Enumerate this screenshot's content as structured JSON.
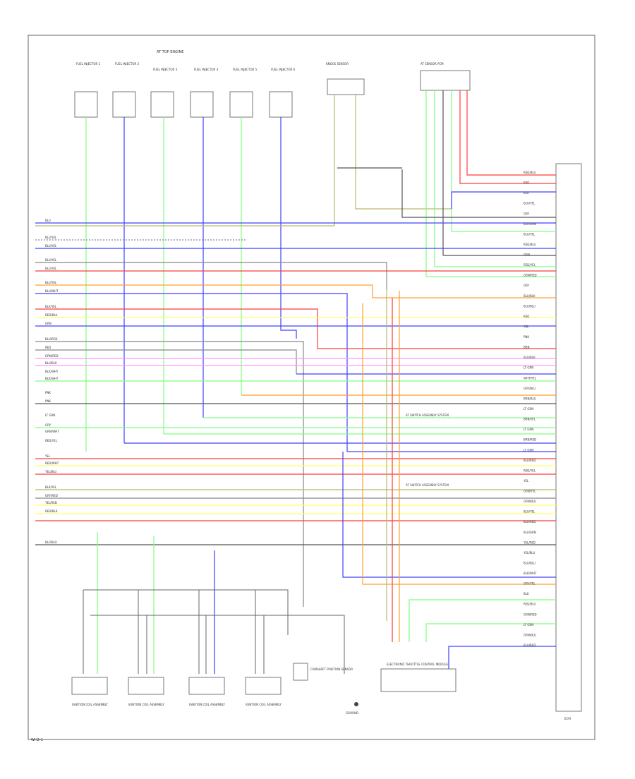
{
  "diagram": {
    "header_label": "AT TOP ENGINE",
    "page_footer": "WH2-1",
    "colors": {
      "red": "#ff3b3b",
      "blue": "#4040ff",
      "green": "#7dff7d",
      "yellow": "#ffff66",
      "orange": "#ff9f2e",
      "pink": "#ff99ff",
      "gray": "#888888",
      "olive": "#b8b86a",
      "brown": "#a0522d",
      "dark": "#555555"
    },
    "top_connectors": [
      {
        "label": "FUEL INJECTOR 1"
      },
      {
        "label": "FUEL INJECTOR 2"
      },
      {
        "label": "FUEL INJECTOR 3"
      },
      {
        "label": "FUEL INJECTOR 4"
      },
      {
        "label": "FUEL INJECTOR 5"
      },
      {
        "label": "FUEL INJECTOR 6"
      }
    ],
    "sensor_top_mid": {
      "label": "KNOCK SENSOR"
    },
    "sensor_top_right": {
      "label": "AT SENSOR PCM"
    },
    "left_wire_labels": [
      "BLU",
      "BLU/YEL",
      "BLU/YEL",
      "BLU/YEL",
      "BLU/YEL",
      "BLU/YEL",
      "BLU/WHT",
      "BLK/YEL",
      "RED/BLU",
      "GRN",
      "BLU/RED",
      "RED",
      "GRN/RED",
      "BLU/BLK",
      "BLK/WHT",
      "BLK/WHT",
      "PNK",
      "PNK",
      "LT GRN",
      "GRY",
      "GRN/WHT",
      "RED/YEL",
      "YEL",
      "RED/WHT",
      "YEL/BLU",
      "BLK/YEL",
      "GRY/RED",
      "YEL/RED",
      "RED/BLK",
      "BLU/BLU"
    ],
    "right_wire_labels": [
      "RED/BLU",
      "RED",
      "BLU",
      "BLU/YEL",
      "GRY",
      "BLU/GRN",
      "BLU/YEL",
      "RED/BLU",
      "GRN",
      "RED/YEL",
      "GRN/RED",
      "GRY",
      "BLU/BLK",
      "BLU/BLU",
      "RED",
      "YEL",
      "PNK",
      "BRN",
      "BLU/BLK",
      "LT GRN",
      "WHT/YEL",
      "GRY/BLU",
      "BRN/BLU",
      "LT GRN",
      "BRN/YEL",
      "LT GRN",
      "BRN/RED",
      "LT GRN",
      "BLU/RED",
      "RED/YEL",
      "YEL",
      "GRN/YEL",
      "GRN/BLU",
      "BLU/YEL",
      "BLU/RED",
      "BLU/GRN",
      "YEL/RED",
      "YEL/BLU",
      "BLU/BLU",
      "BLK/WHT",
      "GRY/YEL",
      "BLK",
      "RED/BLU",
      "GRN/RED",
      "LT GRN",
      "GRN/BLU",
      "BLU/RED"
    ],
    "mid_notes": [
      "AT SWITCH ASSEMBLY SYSTEM",
      "AT SWITCH ASSEMBLY SYSTEM"
    ],
    "bottom_components": [
      {
        "label": "IGNITION COIL ASSEMBLY"
      },
      {
        "label": "IGNITION COIL ASSEMBLY"
      },
      {
        "label": "IGNITION COIL ASSEMBLY"
      },
      {
        "label": "IGNITION COIL ASSEMBLY"
      },
      {
        "label": "CAMSHAFT POSITION SENSOR"
      },
      {
        "label": "GROUND"
      },
      {
        "label": "ELECTRONIC THROTTLE CONTROL MODULE"
      },
      {
        "label": "ECM"
      }
    ]
  }
}
